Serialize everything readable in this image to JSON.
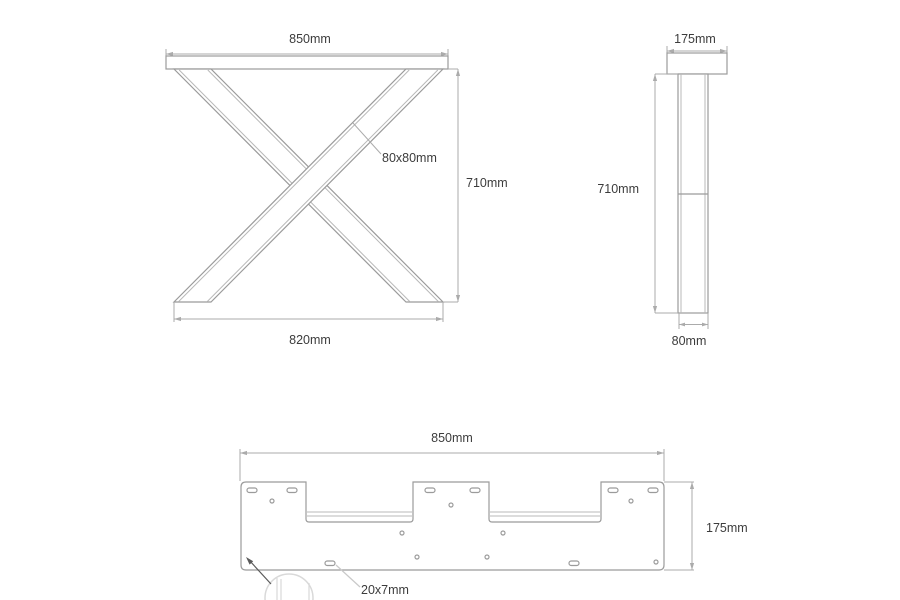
{
  "views": {
    "front": {
      "top_width": "850mm",
      "tube": "80x80mm",
      "height": "710mm",
      "bottom_width": "820mm"
    },
    "side": {
      "top_width": "175mm",
      "height": "710mm",
      "bottom_width": "80mm"
    },
    "plate": {
      "width": "850mm",
      "depth": "175mm",
      "slot": "20x7mm"
    }
  },
  "colors": {
    "background": "#ffffff",
    "text": "#3c3c3c",
    "outline": "#9b9b9b",
    "inner": "#b8b8b8",
    "dimension": "#ababab",
    "leader": "#c9c9c9",
    "detail_circle": "#d9d9d9",
    "pointer": "#5a5a5a"
  }
}
